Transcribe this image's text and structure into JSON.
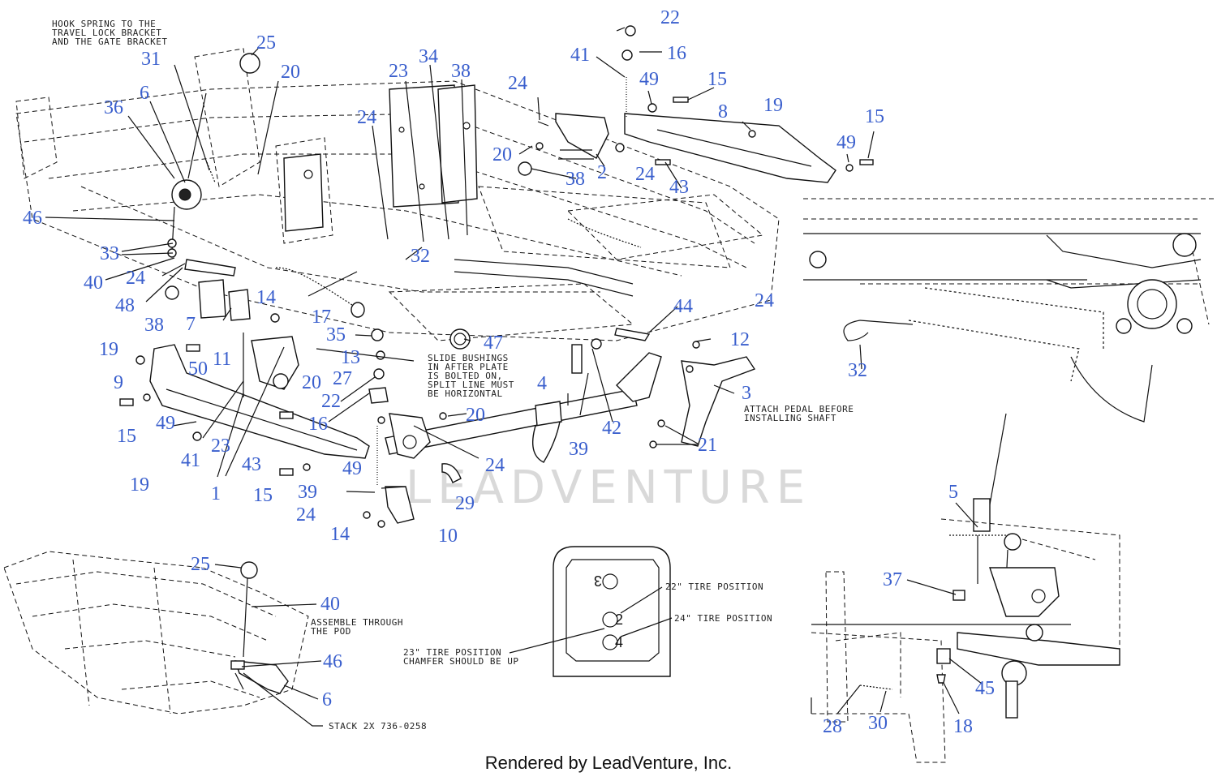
{
  "footer": "Rendered by LeadVenture, Inc.",
  "watermark": "LEADVENTURE",
  "notes": {
    "hook_spring": [
      "HOOK SPRING TO THE",
      "TRAVEL LOCK BRACKET",
      "AND THE GATE BRACKET"
    ],
    "slide_bushings": [
      "SLIDE BUSHINGS",
      "IN AFTER PLATE",
      "IS BOLTED ON,",
      "SPLIT LINE MUST",
      "BE HORIZONTAL"
    ],
    "attach_pedal": [
      "ATTACH PEDAL BEFORE",
      "INSTALLING SHAFT"
    ],
    "assemble_pod": [
      "ASSEMBLE THROUGH",
      "THE POD"
    ],
    "stack": "STACK 2X 736-0258",
    "tire_22": "22\" TIRE POSITION",
    "tire_24": "24\" TIRE POSITION",
    "tire_23": [
      "23\" TIRE POSITION",
      "CHAMFER SHOULD BE UP"
    ]
  },
  "plate_numbers": [
    "3",
    "2",
    "4"
  ],
  "callouts": [
    "22",
    "16",
    "41",
    "49",
    "15",
    "8",
    "19",
    "15",
    "49",
    "24",
    "20",
    "38",
    "2",
    "24",
    "43",
    "25",
    "20",
    "31",
    "6",
    "36",
    "34",
    "38",
    "23",
    "24",
    "46",
    "33",
    "40",
    "24",
    "48",
    "32",
    "38",
    "7",
    "14",
    "17",
    "35",
    "13",
    "27",
    "22",
    "16",
    "47",
    "4",
    "44",
    "24",
    "12",
    "3",
    "42",
    "39",
    "21",
    "19",
    "50",
    "11",
    "20",
    "9",
    "49",
    "15",
    "23",
    "41",
    "19",
    "43",
    "49",
    "1",
    "15",
    "39",
    "24",
    "14",
    "10",
    "29",
    "24",
    "20",
    "32",
    "5",
    "37",
    "45",
    "28",
    "30",
    "18",
    "25",
    "40",
    "46",
    "6"
  ],
  "colors": {
    "callout": "#3a5fcd",
    "line": "#111111",
    "watermark": "#d9d9d9"
  }
}
